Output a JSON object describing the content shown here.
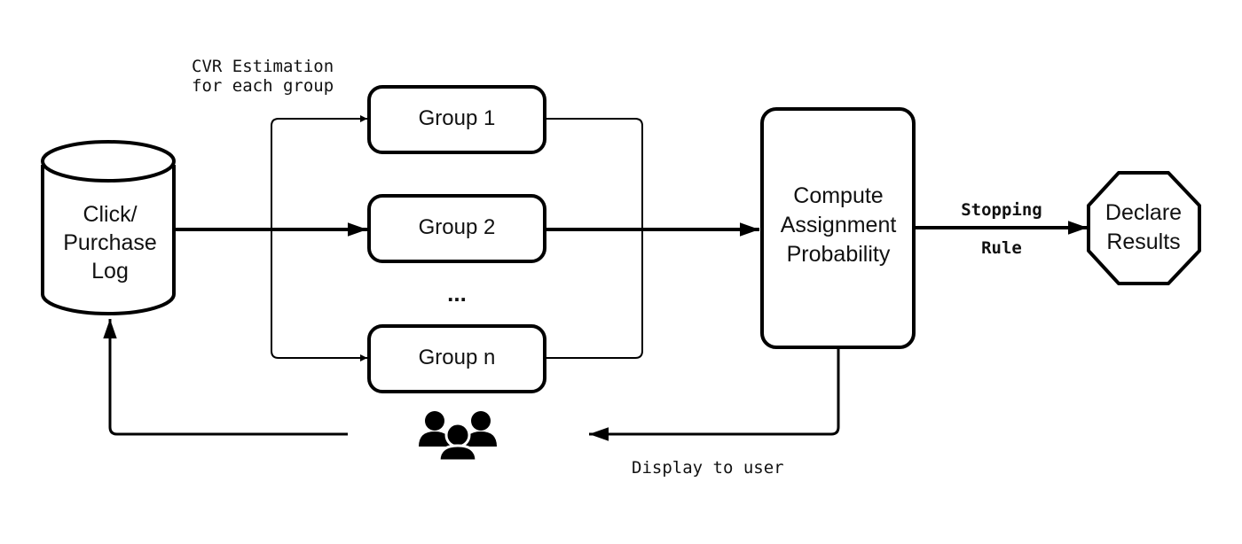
{
  "log": {
    "line1": "Click/",
    "line2": "Purchase",
    "line3": "Log"
  },
  "cvr": {
    "line1": "CVR Estimation",
    "line2": "for each group"
  },
  "groups": {
    "g1": "Group 1",
    "g2": "Group 2",
    "ellipsis": "...",
    "gn": "Group n"
  },
  "compute": {
    "line1": "Compute",
    "line2": "Assignment",
    "line3": "Probability"
  },
  "stopping": {
    "line1": "Stopping",
    "line2": "Rule"
  },
  "declare": {
    "line1": "Declare",
    "line2": "Results"
  },
  "display": "Display to user",
  "users_icon": "group-of-users-icon"
}
